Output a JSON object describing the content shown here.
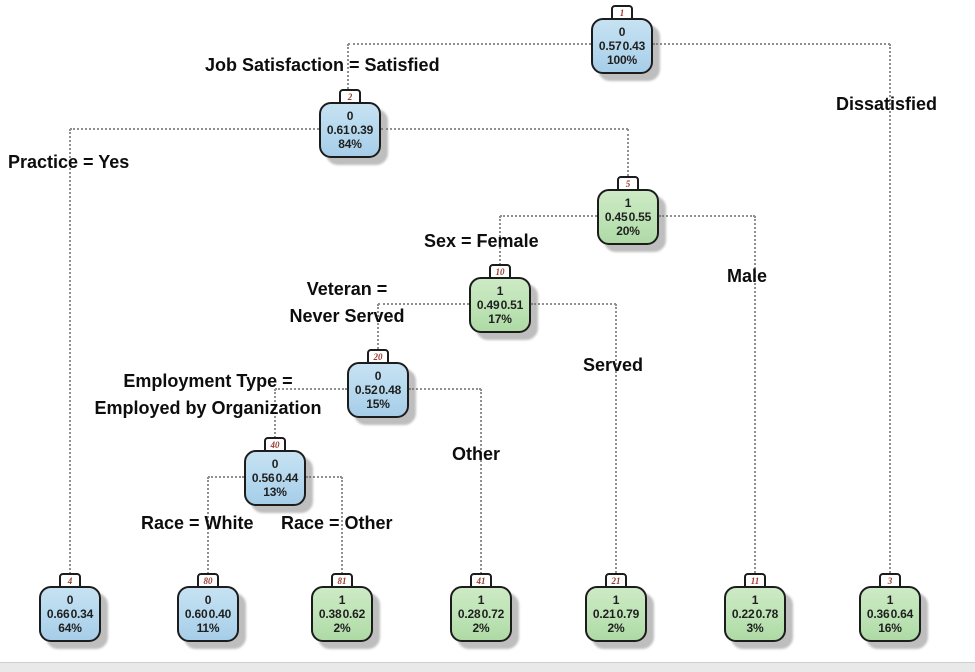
{
  "colors": {
    "node_blue": "#b5d8ee",
    "node_green": "#bde3b5",
    "node_border": "#1c1c1c",
    "node_text": "#1f1f1f",
    "edge": "#909090",
    "badge_text": "#9a3b2e"
  },
  "nodes": {
    "n1": {
      "id": "1",
      "class_label": "0",
      "probs": "0.57 0.43",
      "pct": "100%"
    },
    "n2": {
      "id": "2",
      "class_label": "0",
      "probs": "0.61 0.39",
      "pct": "84%"
    },
    "n5": {
      "id": "5",
      "class_label": "1",
      "probs": "0.45 0.55",
      "pct": "20%"
    },
    "n10": {
      "id": "10",
      "class_label": "1",
      "probs": "0.49 0.51",
      "pct": "17%"
    },
    "n20": {
      "id": "20",
      "class_label": "0",
      "probs": "0.52 0.48",
      "pct": "15%"
    },
    "n40": {
      "id": "40",
      "class_label": "0",
      "probs": "0.56 0.44",
      "pct": "13%"
    },
    "n4": {
      "id": "4",
      "class_label": "0",
      "probs": "0.66 0.34",
      "pct": "64%"
    },
    "n80": {
      "id": "80",
      "class_label": "0",
      "probs": "0.60 0.40",
      "pct": "11%"
    },
    "n81": {
      "id": "81",
      "class_label": "1",
      "probs": "0.38 0.62",
      "pct": "2%"
    },
    "n41": {
      "id": "41",
      "class_label": "1",
      "probs": "0.28 0.72",
      "pct": "2%"
    },
    "n21": {
      "id": "21",
      "class_label": "1",
      "probs": "0.21 0.79",
      "pct": "2%"
    },
    "n11": {
      "id": "11",
      "class_label": "1",
      "probs": "0.22 0.78",
      "pct": "3%"
    },
    "n3": {
      "id": "3",
      "class_label": "1",
      "probs": "0.36 0.64",
      "pct": "16%"
    }
  },
  "split_labels": {
    "job_satisfaction": "Job Satisfaction = Satisfied",
    "dissatisfied": "Dissatisfied",
    "practice": "Practice = Yes",
    "sex": "Sex = Female",
    "male": "Male",
    "veteran_line1": "Veteran =",
    "veteran_line2": "Never Served",
    "served": "Served",
    "employment_line1": "Employment Type =",
    "employment_line2": "Employed by Organization",
    "other": "Other",
    "race_white": "Race = White",
    "race_other": "Race = Other"
  }
}
